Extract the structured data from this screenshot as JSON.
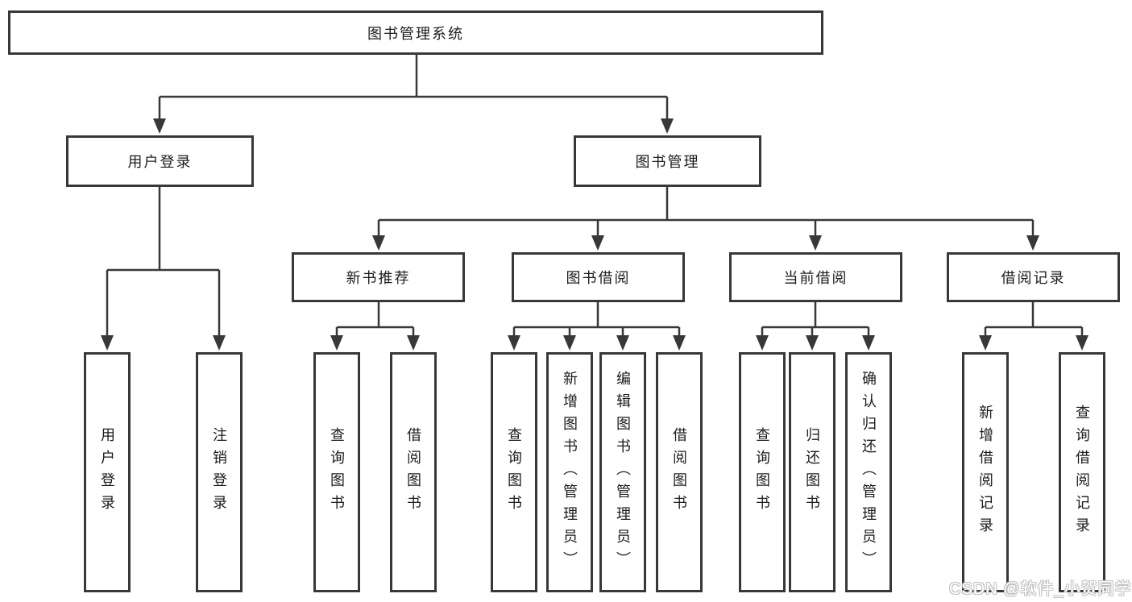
{
  "tree": {
    "label": "图书管理系统",
    "children": [
      {
        "label": "用户登录",
        "children": [
          {
            "label": "用户登录"
          },
          {
            "label": "注销登录"
          }
        ]
      },
      {
        "label": "图书管理",
        "children": [
          {
            "label": "新书推荐",
            "children": [
              {
                "label": "查询图书"
              },
              {
                "label": "借阅图书"
              }
            ]
          },
          {
            "label": "图书借阅",
            "children": [
              {
                "label": "查询图书"
              },
              {
                "label": "新增图书（管理员）"
              },
              {
                "label": "编辑图书（管理员）"
              },
              {
                "label": "借阅图书"
              }
            ]
          },
          {
            "label": "当前借阅",
            "children": [
              {
                "label": "查询图书"
              },
              {
                "label": "归还图书"
              },
              {
                "label": "确认归还（管理员）"
              }
            ]
          },
          {
            "label": "借阅记录",
            "children": [
              {
                "label": "新增借阅记录"
              },
              {
                "label": "查询借阅记录"
              }
            ]
          }
        ]
      }
    ]
  },
  "watermark": "CSDN @软件_小贺同学",
  "colors": {
    "line": "#383838",
    "box_border": "#383838",
    "text": "#1c1c1c",
    "background": "#ffffff",
    "watermark_fill": "#ffffff",
    "watermark_outline": "#c2c2c2"
  }
}
